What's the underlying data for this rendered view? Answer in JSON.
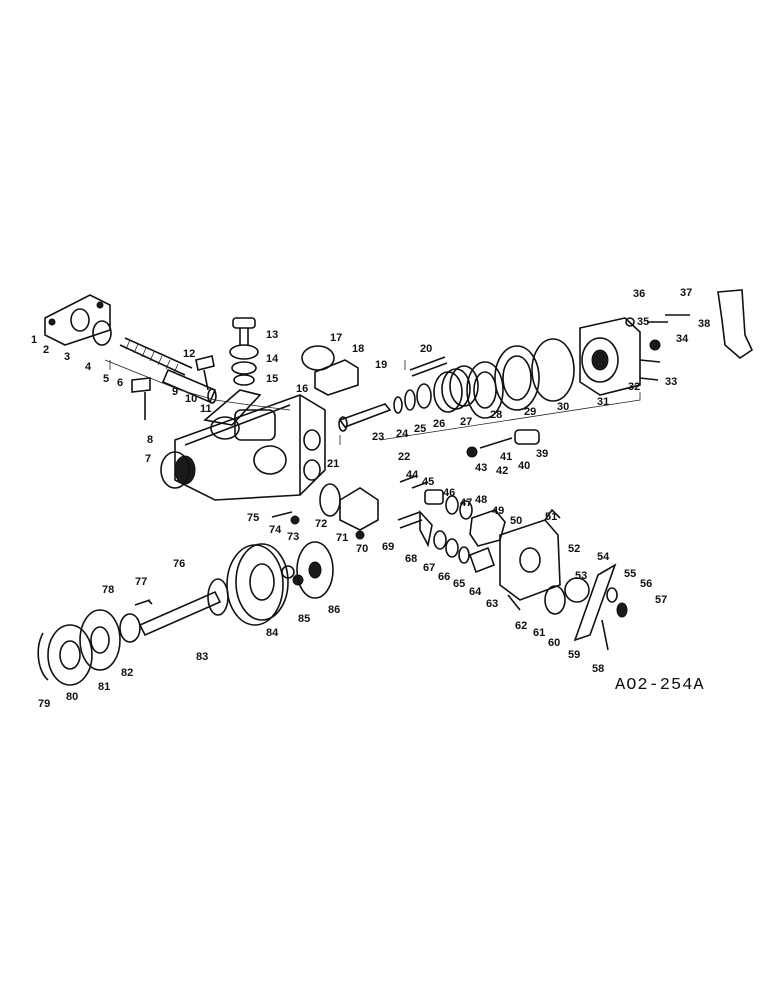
{
  "reference_code": "AO2-254A",
  "callouts": [
    "1",
    "2",
    "3",
    "4",
    "5",
    "6",
    "7",
    "8",
    "9",
    "10",
    "11",
    "12",
    "13",
    "14",
    "15",
    "16",
    "17",
    "18",
    "19",
    "20",
    "21",
    "22",
    "23",
    "24",
    "25",
    "26",
    "27",
    "28",
    "29",
    "30",
    "31",
    "32",
    "33",
    "34",
    "35",
    "36",
    "37",
    "38",
    "39",
    "40",
    "41",
    "42",
    "43",
    "44",
    "45",
    "46",
    "47",
    "48",
    "49",
    "50",
    "51",
    "52",
    "53",
    "54",
    "55",
    "56",
    "57",
    "58",
    "59",
    "60",
    "61",
    "62",
    "63",
    "64",
    "65",
    "66",
    "67",
    "68",
    "69",
    "70",
    "71",
    "72",
    "73",
    "74",
    "75",
    "76",
    "77",
    "78",
    "79",
    "80",
    "81",
    "82",
    "83",
    "84",
    "85",
    "86"
  ]
}
